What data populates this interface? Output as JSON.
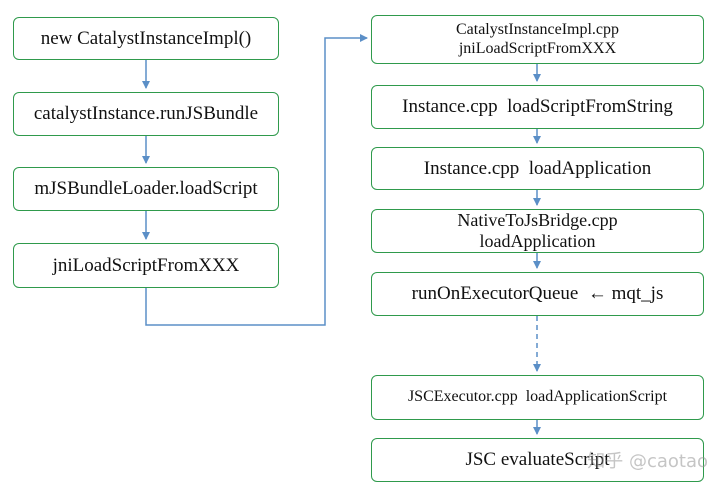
{
  "left_column": [
    {
      "id": "new-impl",
      "lines": [
        "new CatalystInstanceImpl()"
      ]
    },
    {
      "id": "run-js-bundle",
      "lines": [
        "catalystInstance.runJSBundle"
      ]
    },
    {
      "id": "load-script",
      "lines": [
        "mJSBundleLoader.loadScript"
      ]
    },
    {
      "id": "jni-load",
      "lines": [
        "jniLoadScriptFromXXX"
      ]
    }
  ],
  "right_column": [
    {
      "id": "catalyst-impl-cpp",
      "lines": [
        "CatalystInstanceImpl.cpp",
        "jniLoadScriptFromXXX"
      ]
    },
    {
      "id": "instance-load-string",
      "lines": [
        "Instance.cpp  loadScriptFromString"
      ]
    },
    {
      "id": "instance-load-app",
      "lines": [
        "Instance.cpp  loadApplication"
      ]
    },
    {
      "id": "native-bridge",
      "lines": [
        "NativeToJsBridge.cpp",
        "loadApplication"
      ]
    },
    {
      "id": "run-on-executor",
      "lines": [
        "runOnExecutorQueue  ← mqt_js"
      ]
    },
    {
      "id": "jsc-executor",
      "lines": [
        "JSCExecutor.cpp  loadApplicationScript"
      ]
    },
    {
      "id": "jsc-evaluate",
      "lines": [
        "JSC evaluateScript"
      ]
    }
  ],
  "watermark": "知乎 @caotao",
  "colors": {
    "box_border": "#2f9a4c",
    "arrow": "#5b8fc7"
  }
}
